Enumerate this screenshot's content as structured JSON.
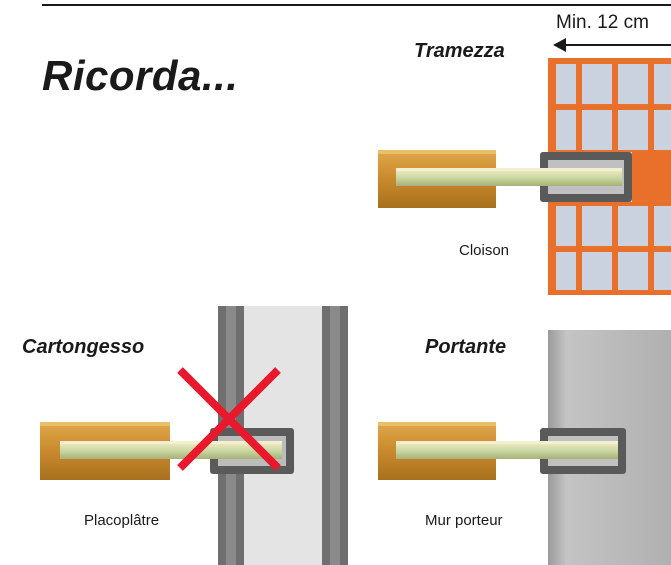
{
  "heading": "Ricorda...",
  "measure": {
    "label": "Min. 12 cm"
  },
  "panels": {
    "tramezza": {
      "title": "Tramezza",
      "caption": "Cloison"
    },
    "cartongesso": {
      "title": "Cartongesso",
      "caption": "Placoplâtre",
      "status": "not-suitable"
    },
    "portante": {
      "title": "Portante",
      "caption": "Mur porteur"
    }
  },
  "colors": {
    "brick": "#e8702a",
    "brick_cell": "#c9d2de",
    "wood": "#c98a2e",
    "shank": "#d9d3a0",
    "plug": "#5a5a5a",
    "board": "#8a8a8a",
    "wall": "#bdbdbd",
    "cross": "#e8192c"
  }
}
